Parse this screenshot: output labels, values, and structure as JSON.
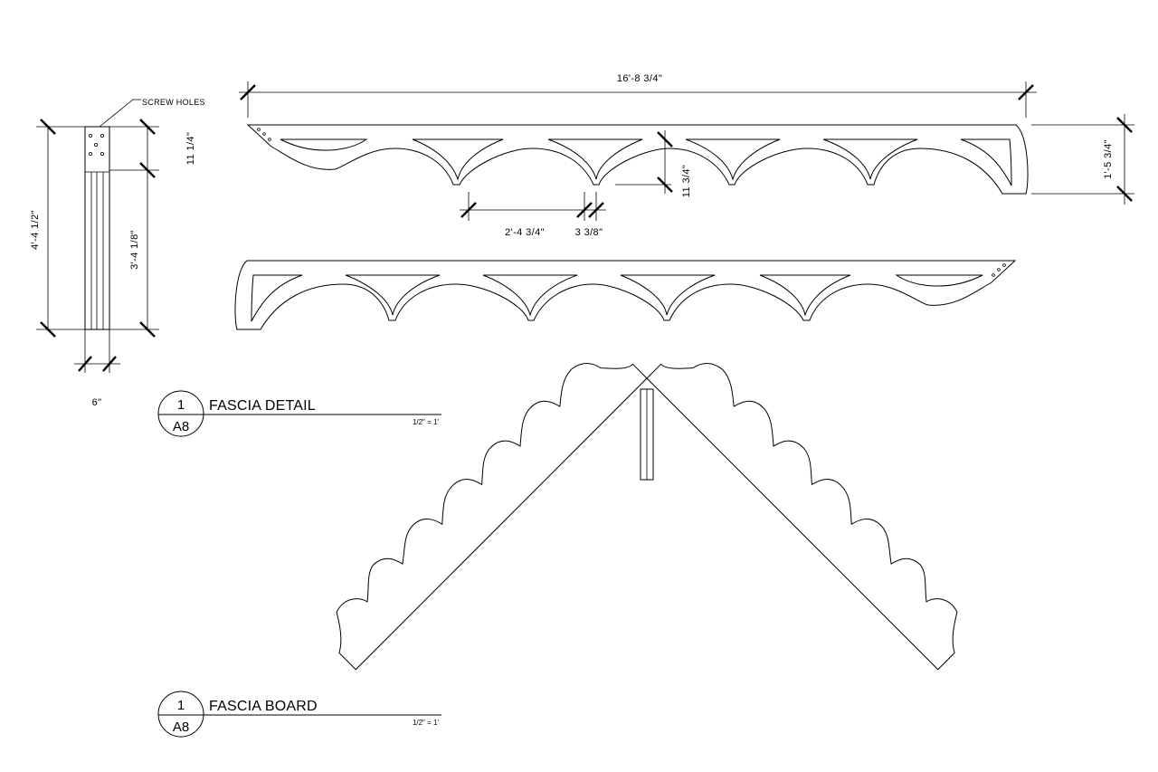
{
  "overall_length": "16'-8 3/4\"",
  "overall_height": "1'-5 3/4\"",
  "arch_width": "2'-4 3/4\"",
  "web_width": "3 3/8\"",
  "arch_depth": "11 3/4\"",
  "post_height": "4'-4 1/2\"",
  "post_lower_height": "3'-4 1/8\"",
  "post_top_height": "11 1/4\"",
  "post_width": "6\"",
  "screw_note": "SCREW HOLES",
  "detail1": {
    "number": "1",
    "sheet": "A8",
    "title": "FASCIA DETAIL",
    "scale": "1/2\" = 1'"
  },
  "detail2": {
    "number": "1",
    "sheet": "A8",
    "title": "FASCIA BOARD",
    "scale": "1/2\" = 1'"
  }
}
